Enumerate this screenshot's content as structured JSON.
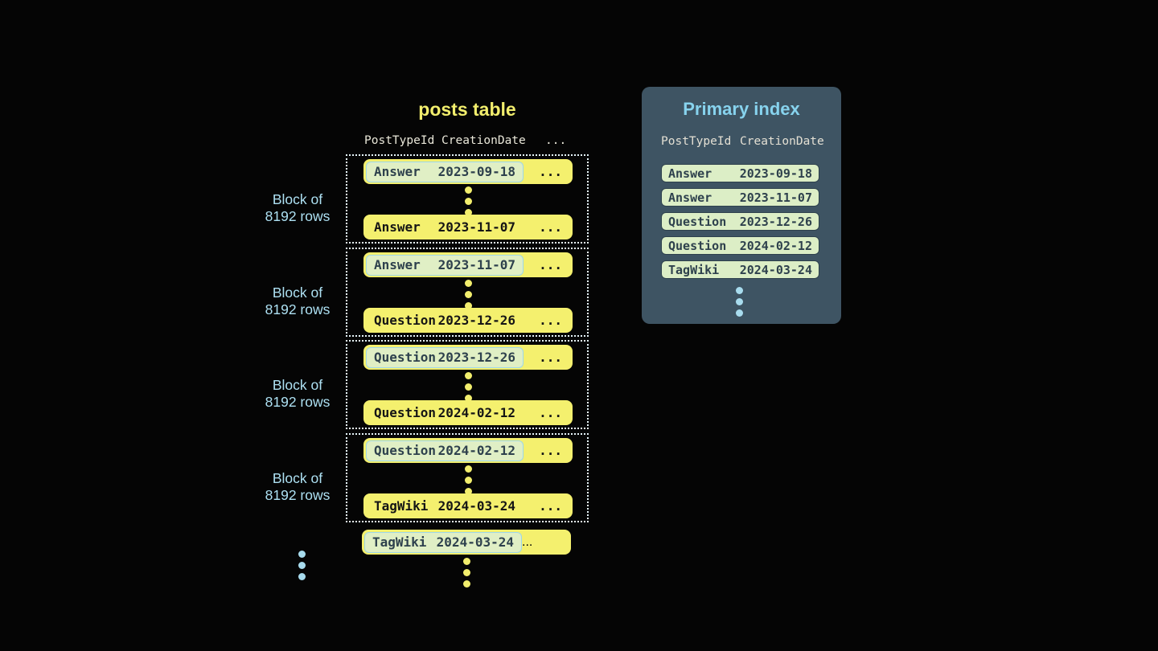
{
  "posts_table": {
    "title": "posts table",
    "headers": {
      "col1": "PostTypeId",
      "col2": "CreationDate",
      "more": "..."
    },
    "blocks": [
      {
        "label_line1": "Block of",
        "label_line2": "8192 rows",
        "first_row": {
          "type": "Answer",
          "date": "2023-09-18",
          "more": "..."
        },
        "last_row": {
          "type": "Answer",
          "date": "2023-11-07",
          "more": "..."
        }
      },
      {
        "label_line1": "Block of",
        "label_line2": "8192 rows",
        "first_row": {
          "type": "Answer",
          "date": "2023-11-07",
          "more": "..."
        },
        "last_row": {
          "type": "Question",
          "date": "2023-12-26",
          "more": "..."
        }
      },
      {
        "label_line1": "Block of",
        "label_line2": "8192 rows",
        "first_row": {
          "type": "Question",
          "date": "2023-12-26",
          "more": "..."
        },
        "last_row": {
          "type": "Question",
          "date": "2024-02-12",
          "more": "..."
        }
      },
      {
        "label_line1": "Block of",
        "label_line2": "8192 rows",
        "first_row": {
          "type": "Question",
          "date": "2024-02-12",
          "more": "..."
        },
        "last_row": {
          "type": "TagWiki",
          "date": "2024-03-24",
          "more": "..."
        }
      }
    ],
    "overflow_row": {
      "type": "TagWiki",
      "date": "2024-03-24",
      "more": "..."
    }
  },
  "primary_index": {
    "title": "Primary index",
    "headers": {
      "col1": "PostTypeId",
      "col2": "CreationDate"
    },
    "rows": [
      {
        "type": "Answer",
        "date": "2023-09-18"
      },
      {
        "type": "Answer",
        "date": "2023-11-07"
      },
      {
        "type": "Question",
        "date": "2023-12-26"
      },
      {
        "type": "Question",
        "date": "2024-02-12"
      },
      {
        "type": "TagWiki",
        "date": "2024-03-24"
      }
    ]
  },
  "colors": {
    "background": "#050505",
    "row_yellow": "#f4f06e",
    "title_yellow": "#f2ee6d",
    "panel_bg": "#3e5463",
    "panel_title_blue": "#87d3ee",
    "block_label_blue": "#ade0f2",
    "pill_green": "#dceec6",
    "pill_dark_text": "#2e414d",
    "highlight_border_blue": "#9ed7ea",
    "dotted_border": "#e7f5fa",
    "blue_dot": "#a8dcee",
    "header_text": "#e9e7d9"
  }
}
